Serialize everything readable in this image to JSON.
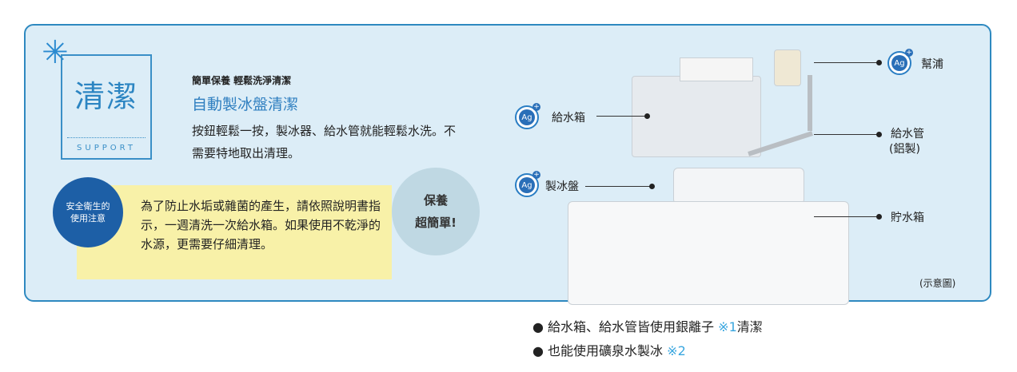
{
  "logo": {
    "title": "清潔",
    "subtitle": "SUPPORT"
  },
  "feature": {
    "subtitle": "簡單保養 輕鬆洗淨清潔",
    "heading": "自動製冰盤清潔",
    "description": "按鈕輕鬆一按，製冰器、給水管就能輕鬆水洗。不需要特地取出清理。"
  },
  "safety": {
    "badge": "安全衛生的使用注意",
    "text": "為了防止水垢或雜菌的產生，請依照說明書指示，一週清洗一次給水箱。如果使用不乾淨的水源，更需要仔細清理。"
  },
  "easy": {
    "line1": "保養",
    "line2": "超簡單!"
  },
  "diagram": {
    "ag_label": "Ag",
    "labels": {
      "pump": "幫浦",
      "tank": "給水箱",
      "pipe": "給水管",
      "pipe_material": "(鋁製)",
      "tray": "製冰盤",
      "bin": "貯水箱"
    },
    "caption": "(示意圖)"
  },
  "bullets": [
    {
      "text": "給水箱、給水管皆使用銀離子",
      "mark": "※1",
      "suffix": "清潔"
    },
    {
      "text": "也能使用礦泉水製冰",
      "mark": "※2",
      "suffix": ""
    }
  ]
}
